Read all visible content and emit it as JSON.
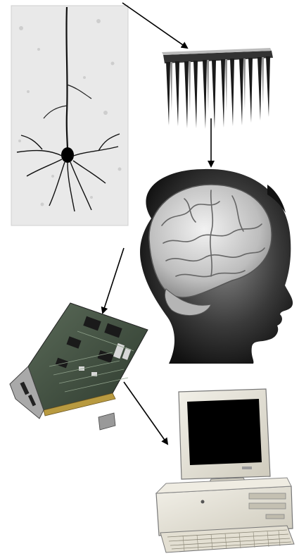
{
  "figure": {
    "stages": [
      {
        "id": "neuron",
        "icon": "neuron-micrograph-icon"
      },
      {
        "id": "electrode-array",
        "icon": "microelectrode-array-icon"
      },
      {
        "id": "brain",
        "icon": "brain-in-head-icon"
      },
      {
        "id": "interface-card",
        "icon": "pci-card-icon"
      },
      {
        "id": "computer",
        "icon": "desktop-computer-icon"
      }
    ],
    "colors": {
      "background": "#ffffff",
      "arrow": "#000000",
      "ink": "#111111",
      "paper": "#e8e8e8",
      "skin": "#cfcfcf",
      "brain": "#9a9a9a",
      "card": "#3a4a3a",
      "beige": "#e6e3d8",
      "screen": "#000000"
    }
  }
}
